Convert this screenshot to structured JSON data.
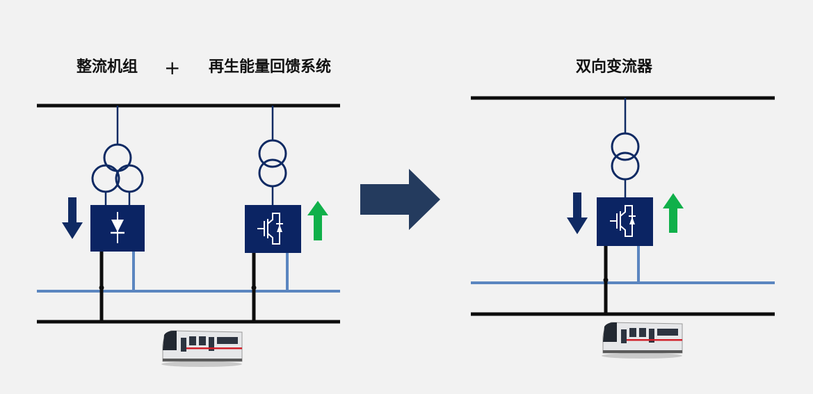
{
  "left_title_a": "整流机组",
  "left_title_plus": "+",
  "left_title_b": "再生能量回馈系统",
  "right_title": "双向变流器",
  "colors": {
    "background": "#f2f2f2",
    "bus_black": "#0d0d0d",
    "bus_blue": "#5b86c0",
    "navy": "#0f2a63",
    "box_navy": "#0b2463",
    "arrow_dark": "#243b5e",
    "arrow_green": "#10b04a"
  },
  "icons": [
    "transformer-3winding-icon",
    "transformer-2winding-icon",
    "diode-icon",
    "igbt-icon",
    "down-arrow-icon",
    "up-arrow-icon",
    "right-arrow-icon",
    "train-icon"
  ]
}
